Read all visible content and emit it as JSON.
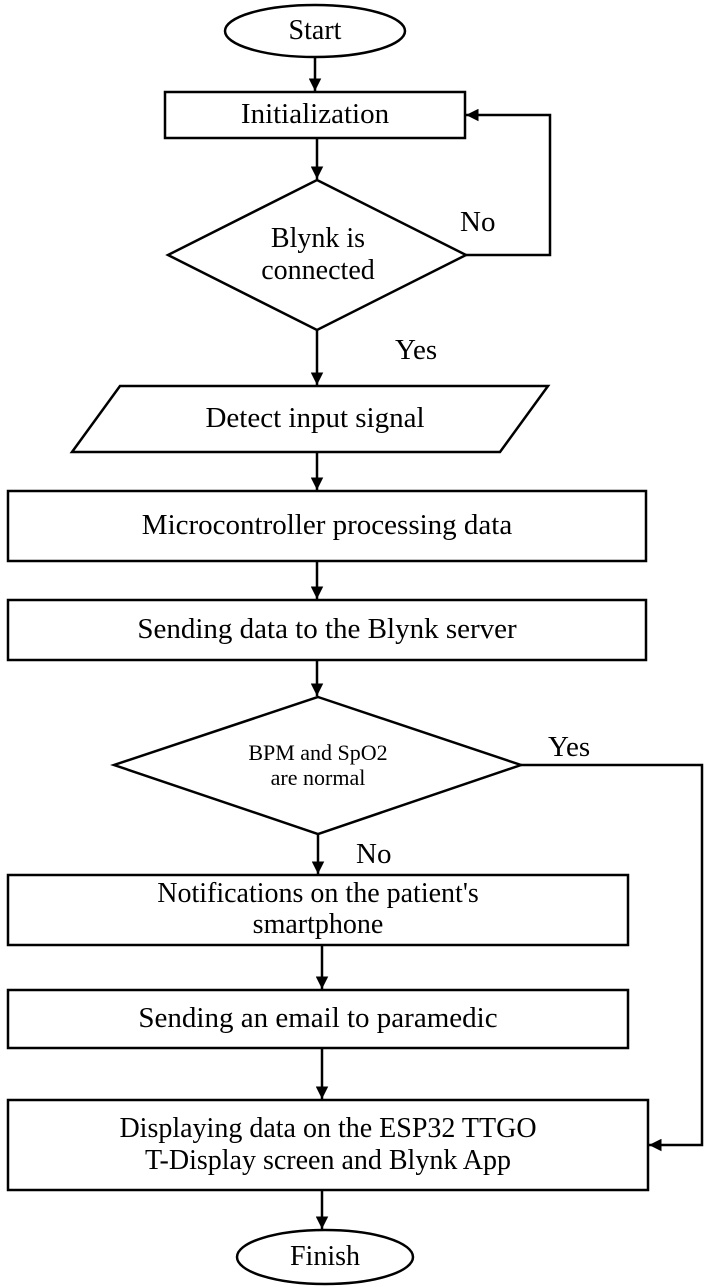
{
  "nodes": {
    "start": "Start",
    "init": "Initialization",
    "blynk_connected_1": "Blynk is",
    "blynk_connected_2": "connected",
    "detect": "Detect input signal",
    "process": "Microcontroller processing data",
    "send_server": "Sending data to the Blynk server",
    "normal_1": "BPM and SpO2",
    "normal_2": "are normal",
    "notify_1": "Notifications on the patient's",
    "notify_2": "smartphone",
    "email": "Sending an email to paramedic",
    "display_1": "Displaying data on the ESP32 TTGO",
    "display_2": "T-Display screen and Blynk App",
    "finish": "Finish"
  },
  "edges": {
    "connected_no": "No",
    "connected_yes": "Yes",
    "normal_yes": "Yes",
    "normal_no": "No"
  }
}
